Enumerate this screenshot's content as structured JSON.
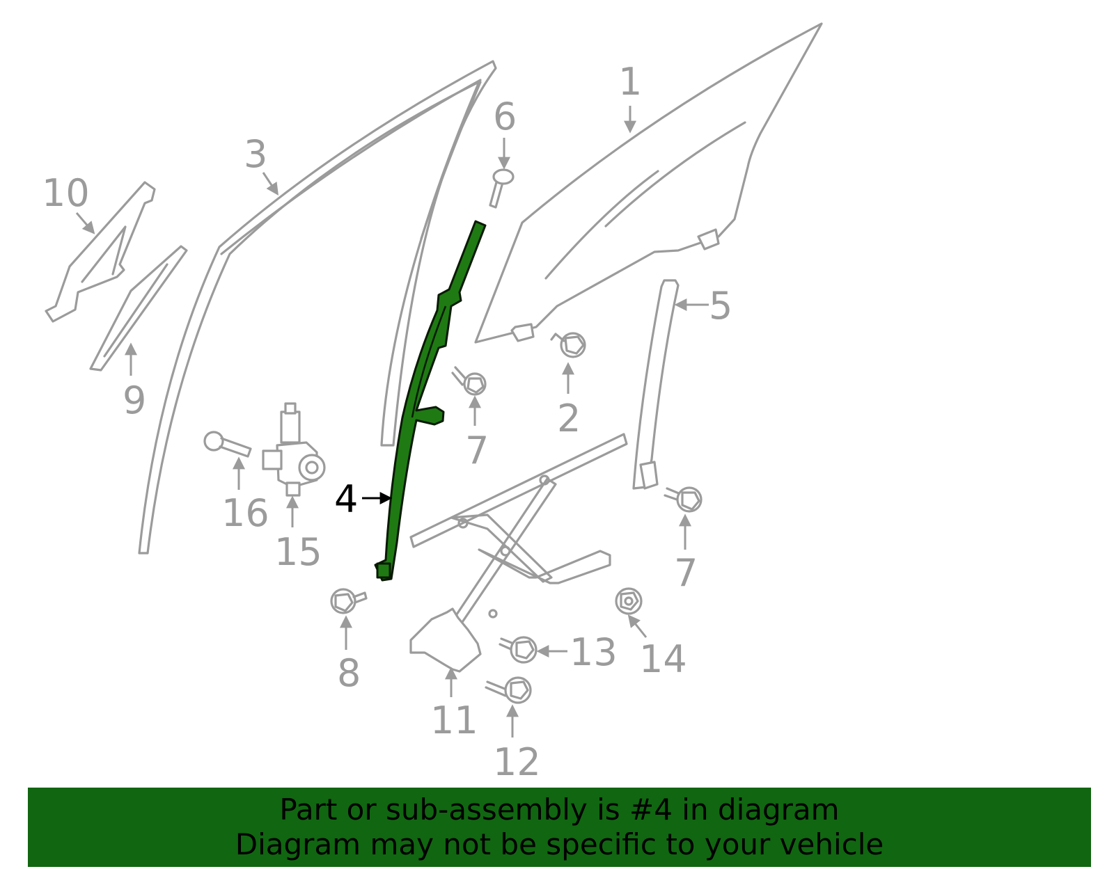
{
  "colors": {
    "highlight": "#1f7a14",
    "banner": "#116611",
    "part_stroke": "#9b9b9b",
    "label": "#9b9b9b",
    "active_label": "#000000"
  },
  "highlighted_part": "4",
  "callouts": {
    "c1": "1",
    "c2": "2",
    "c3": "3",
    "c4": "4",
    "c5": "5",
    "c6": "6",
    "c7a": "7",
    "c7b": "7",
    "c8": "8",
    "c9": "9",
    "c10": "10",
    "c11": "11",
    "c12": "12",
    "c13": "13",
    "c14": "14",
    "c15": "15",
    "c16": "16"
  },
  "banner": {
    "line1": "Part or sub-assembly is #4 in diagram",
    "line2": "Diagram may not be specific to your vehicle"
  }
}
